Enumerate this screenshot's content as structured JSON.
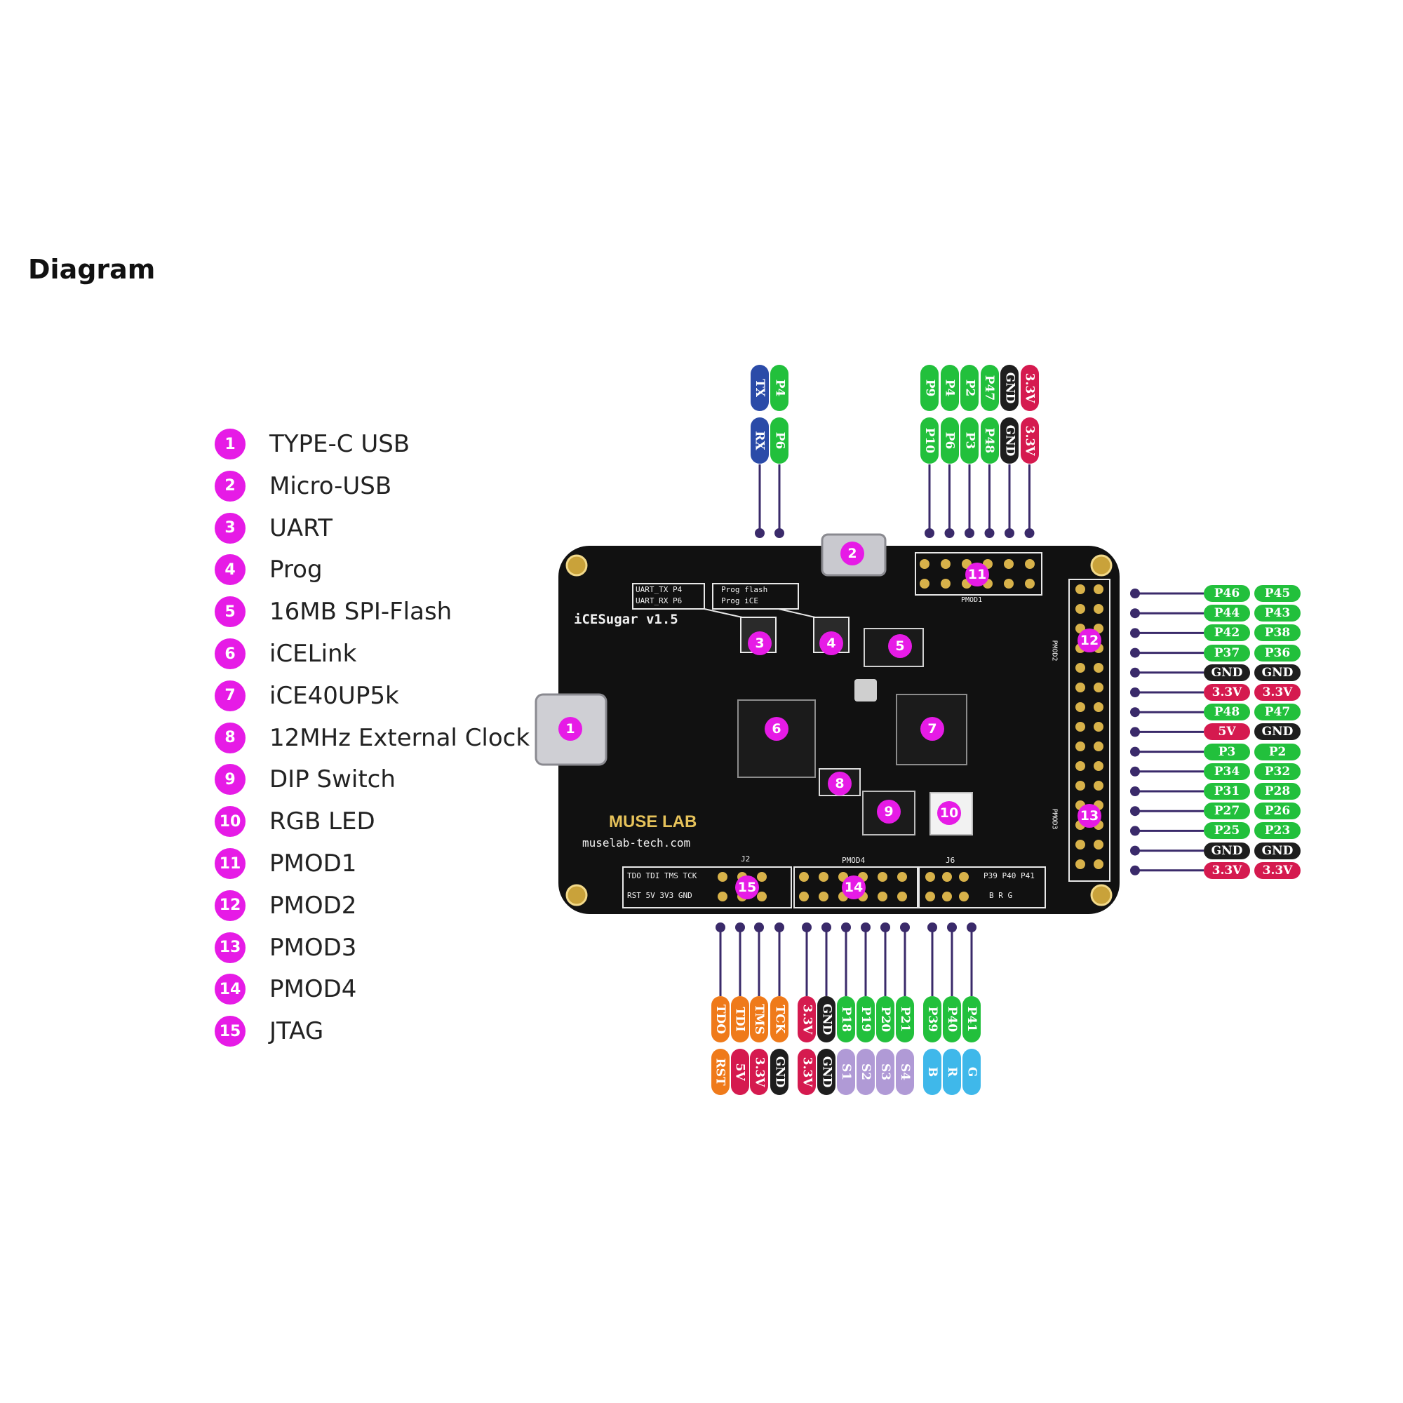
{
  "title": "Diagram",
  "legend": [
    {
      "num": "1",
      "label": "TYPE-C USB"
    },
    {
      "num": "2",
      "label": "Micro-USB"
    },
    {
      "num": "3",
      "label": "UART"
    },
    {
      "num": "4",
      "label": "Prog"
    },
    {
      "num": "5",
      "label": "16MB SPI-Flash"
    },
    {
      "num": "6",
      "label": "iCELink"
    },
    {
      "num": "7",
      "label": "iCE40UP5k"
    },
    {
      "num": "8",
      "label": "12MHz External Clock"
    },
    {
      "num": "9",
      "label": "DIP Switch"
    },
    {
      "num": "10",
      "label": "RGB LED"
    },
    {
      "num": "11",
      "label": "PMOD1"
    },
    {
      "num": "12",
      "label": "PMOD2"
    },
    {
      "num": "13",
      "label": "PMOD3"
    },
    {
      "num": "14",
      "label": "PMOD4"
    },
    {
      "num": "15",
      "label": "JTAG"
    }
  ],
  "board": {
    "name": "iCESugar v1.5",
    "brand": "MUSE LAB",
    "url": "muselab-tech.com",
    "uart_silk_1": "UART_TX P4",
    "uart_silk_2": "UART_RX P6",
    "prog_silk_1": "Prog flash",
    "prog_silk_2": "Prog iCE",
    "jtag_silk_1": "TDO TDI TMS TCK",
    "jtag_silk_2": "RST 5V 3V3 GND",
    "rgb_silk_1": "P39 P40 P41",
    "rgb_silk_2": "B R G",
    "header_j2": "J2",
    "header_j6": "J6",
    "header_pmod4": "PMOD4",
    "header_pmod1": "PMOD1",
    "header_pmod2": "PMOD2",
    "header_pmod3": "PMOD3"
  },
  "top_pins_uart": [
    {
      "top": "TX",
      "top_color": "blue",
      "bottom": "RX",
      "bottom_color": "blue"
    },
    {
      "top": "P4",
      "top_color": "green",
      "bottom": "P6",
      "bottom_color": "green"
    }
  ],
  "top_pins_pmod1": [
    {
      "top": "P9",
      "top_color": "green",
      "bottom": "P10",
      "bottom_color": "green"
    },
    {
      "top": "P4",
      "top_color": "green",
      "bottom": "P6",
      "bottom_color": "green"
    },
    {
      "top": "P2",
      "top_color": "green",
      "bottom": "P3",
      "bottom_color": "green"
    },
    {
      "top": "P47",
      "top_color": "green",
      "bottom": "P48",
      "bottom_color": "green"
    },
    {
      "top": "GND",
      "top_color": "black",
      "bottom": "GND",
      "bottom_color": "black"
    },
    {
      "top": "3.3V",
      "top_color": "red",
      "bottom": "3.3V",
      "bottom_color": "red"
    }
  ],
  "right_pins": [
    {
      "left": "P46",
      "left_color": "green",
      "right": "P45",
      "right_color": "green"
    },
    {
      "left": "P44",
      "left_color": "green",
      "right": "P43",
      "right_color": "green"
    },
    {
      "left": "P42",
      "left_color": "green",
      "right": "P38",
      "right_color": "green"
    },
    {
      "left": "P37",
      "left_color": "green",
      "right": "P36",
      "right_color": "green"
    },
    {
      "left": "GND",
      "left_color": "black",
      "right": "GND",
      "right_color": "black"
    },
    {
      "left": "3.3V",
      "left_color": "red",
      "right": "3.3V",
      "right_color": "red"
    },
    {
      "left": "P48",
      "left_color": "green",
      "right": "P47",
      "right_color": "green"
    },
    {
      "left": "5V",
      "left_color": "red",
      "right": "GND",
      "right_color": "black"
    },
    {
      "left": "P3",
      "left_color": "green",
      "right": "P2",
      "right_color": "green"
    },
    {
      "left": "P34",
      "left_color": "green",
      "right": "P32",
      "right_color": "green"
    },
    {
      "left": "P31",
      "left_color": "green",
      "right": "P28",
      "right_color": "green"
    },
    {
      "left": "P27",
      "left_color": "green",
      "right": "P26",
      "right_color": "green"
    },
    {
      "left": "P25",
      "left_color": "green",
      "right": "P23",
      "right_color": "green"
    },
    {
      "left": "GND",
      "left_color": "black",
      "right": "GND",
      "right_color": "black"
    },
    {
      "left": "3.3V",
      "left_color": "red",
      "right": "3.3V",
      "right_color": "red"
    }
  ],
  "bottom_pins": [
    {
      "top": "TDO",
      "top_color": "orange",
      "bottom": "RST",
      "bottom_color": "orange"
    },
    {
      "top": "TDI",
      "top_color": "orange",
      "bottom": "5V",
      "bottom_color": "red"
    },
    {
      "top": "TMS",
      "top_color": "orange",
      "bottom": "3.3V",
      "bottom_color": "red"
    },
    {
      "top": "TCK",
      "top_color": "orange",
      "bottom": "GND",
      "bottom_color": "black"
    },
    {
      "top": "3.3V",
      "top_color": "red",
      "bottom": "3.3V",
      "bottom_color": "red"
    },
    {
      "top": "GND",
      "top_color": "black",
      "bottom": "GND",
      "bottom_color": "black"
    },
    {
      "top": "P18",
      "top_color": "green",
      "bottom": "S1",
      "bottom_color": "purple"
    },
    {
      "top": "P19",
      "top_color": "green",
      "bottom": "S2",
      "bottom_color": "purple"
    },
    {
      "top": "P20",
      "top_color": "green",
      "bottom": "S3",
      "bottom_color": "purple"
    },
    {
      "top": "P21",
      "top_color": "green",
      "bottom": "S4",
      "bottom_color": "purple"
    },
    {
      "top": "P39",
      "top_color": "green",
      "bottom": "B",
      "bottom_color": "cyan"
    },
    {
      "top": "P40",
      "top_color": "green",
      "bottom": "R",
      "bottom_color": "cyan"
    },
    {
      "top": "P41",
      "top_color": "green",
      "bottom": "G",
      "bottom_color": "cyan"
    }
  ]
}
